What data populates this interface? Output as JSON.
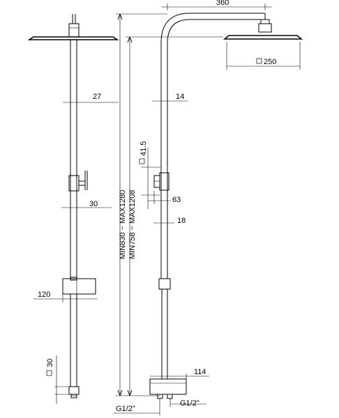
{
  "dims": {
    "top_width": "360",
    "head_size": "250",
    "pipe_front": "27",
    "pipe_side": "14",
    "valve_height": "41.5",
    "valve_depth": "63",
    "pipe_lower": "18",
    "pipe_lower_front": "30",
    "holder_width": "120",
    "bottom_square": "30",
    "mixer_width": "114",
    "inlet_left": "G1/2\"",
    "inlet_right": "G1/2\"",
    "height_outer": "MIN830 ~ MAX1280",
    "height_inner": "MIN758 ~ MAX1208"
  }
}
